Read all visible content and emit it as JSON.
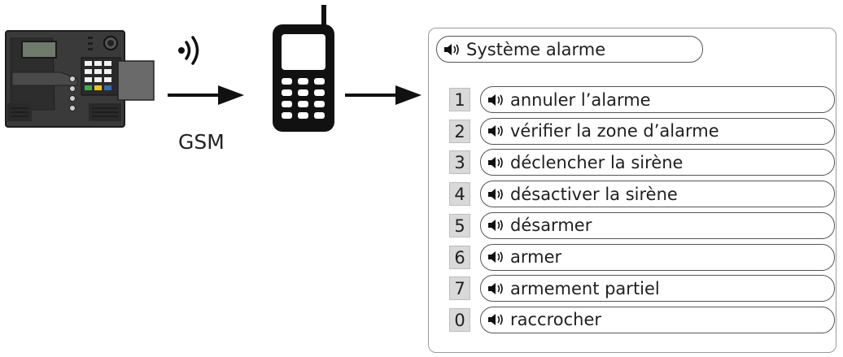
{
  "connection_label": "GSM",
  "menu": {
    "title": "Système alarme",
    "items": [
      {
        "key": "1",
        "label": "annuler l’alarme"
      },
      {
        "key": "2",
        "label": "vérifier la zone d’alarme"
      },
      {
        "key": "3",
        "label": "déclencher la sirène"
      },
      {
        "key": "4",
        "label": "désactiver la sirène"
      },
      {
        "key": "5",
        "label": "désarmer"
      },
      {
        "key": "6",
        "label": "armer"
      },
      {
        "key": "7",
        "label": "armement partiel"
      },
      {
        "key": "0",
        "label": "raccrocher"
      }
    ]
  },
  "icons": [
    "alarm-panel-icon",
    "wireless-signal-icon",
    "arrow-right-icon",
    "mobile-phone-icon",
    "speaker-icon"
  ],
  "colors": {
    "panel_dark": "#3a3a3a",
    "panel_screen": "#6f7a6a",
    "key_green": "#3fae49",
    "key_yellow": "#f2c318",
    "key_blue": "#2f6db5",
    "number_box": "#d9d9d9"
  }
}
